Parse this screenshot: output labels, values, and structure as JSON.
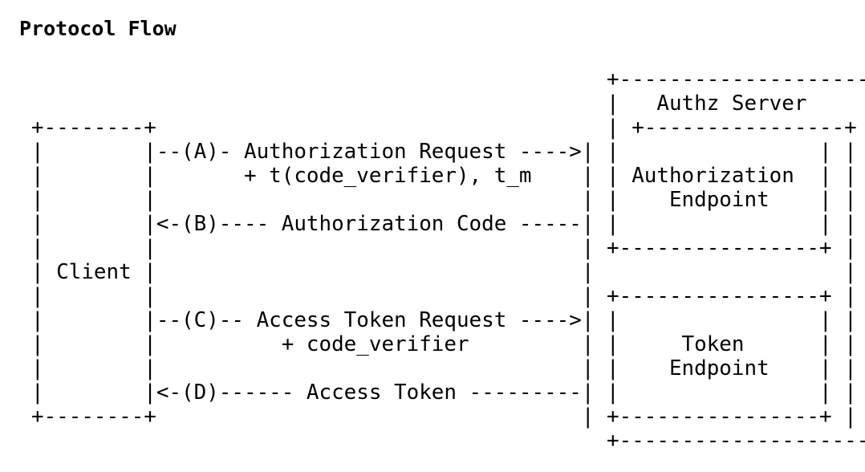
{
  "heading": "Protocol Flow",
  "diagram_lines": [
    "                                              +--------------------+",
    "                                              |   Authz Server     |",
    "+--------+                                    | +----------------+ |",
    "|        |--(A)- Authorization Request ---->| |                | |",
    "|        |       + t(code_verifier), t_m    | | Authorization  | |",
    "|        |                                  | |    Endpoint    | |",
    "|        |<-(B)---- Authorization Code -----| |                | |",
    "|        |                                  | +----------------+ |",
    "| Client |                                  |                    |",
    "|        |                                  | +----------------+ |",
    "|        |--(C)-- Access Token Request ---->| |                | |",
    "|        |          + code_verifier         | |     Token      | |",
    "|        |                                  | |    Endpoint    | |",
    "|        |<-(D)------ Access Token ---------| |                | |",
    "+--------+                                  | +----------------+ |",
    "                                              +--------------------+"
  ]
}
